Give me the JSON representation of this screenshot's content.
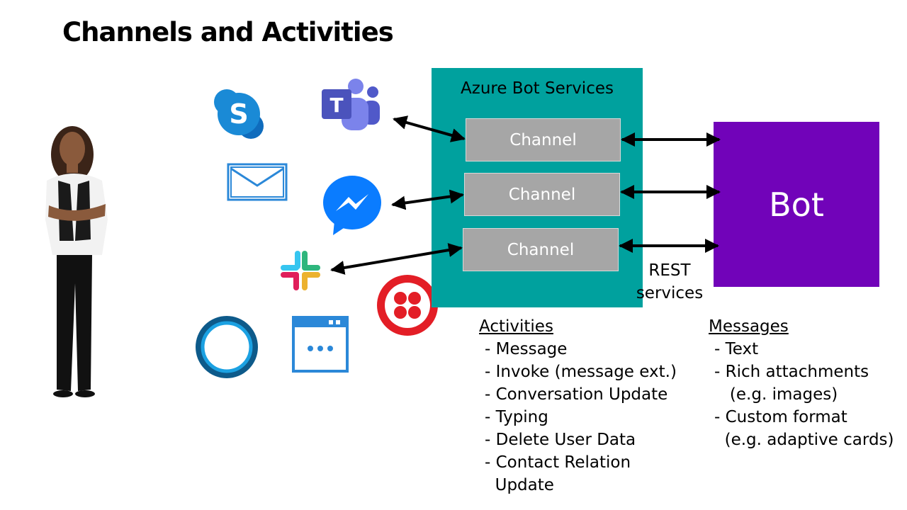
{
  "title": "Channels and Activities",
  "azure_label": "Azure Bot Services",
  "channels": [
    "Channel",
    "Channel",
    "Channel"
  ],
  "bot_label": "Bot",
  "rest_label": [
    "REST",
    "services"
  ],
  "activities": {
    "heading": "Activities",
    "items": [
      "- Message",
      "- Invoke (message ext.)",
      "- Conversation Update",
      "- Typing",
      "- Delete User Data",
      "- Contact Relation",
      "  Update"
    ]
  },
  "messages": {
    "heading": "Messages",
    "items": [
      "- Text",
      "- Rich attachments",
      "   (e.g. images)",
      "- Custom format",
      "  (e.g. adaptive cards)"
    ]
  },
  "icons": [
    "skype-icon",
    "teams-icon",
    "email-icon",
    "messenger-icon",
    "slack-icon",
    "twilio-icon",
    "cortana-icon",
    "webchat-icon"
  ],
  "colors": {
    "azure": "#00a19e",
    "channel": "#a6a6a6",
    "bot": "#7103b9",
    "skype": "#1a8ad6",
    "teams": "#5059c9",
    "messenger": "#0a7cff",
    "twilio": "#e31e26",
    "cortana": "#1ba1e2",
    "email": "#2b88d8"
  }
}
